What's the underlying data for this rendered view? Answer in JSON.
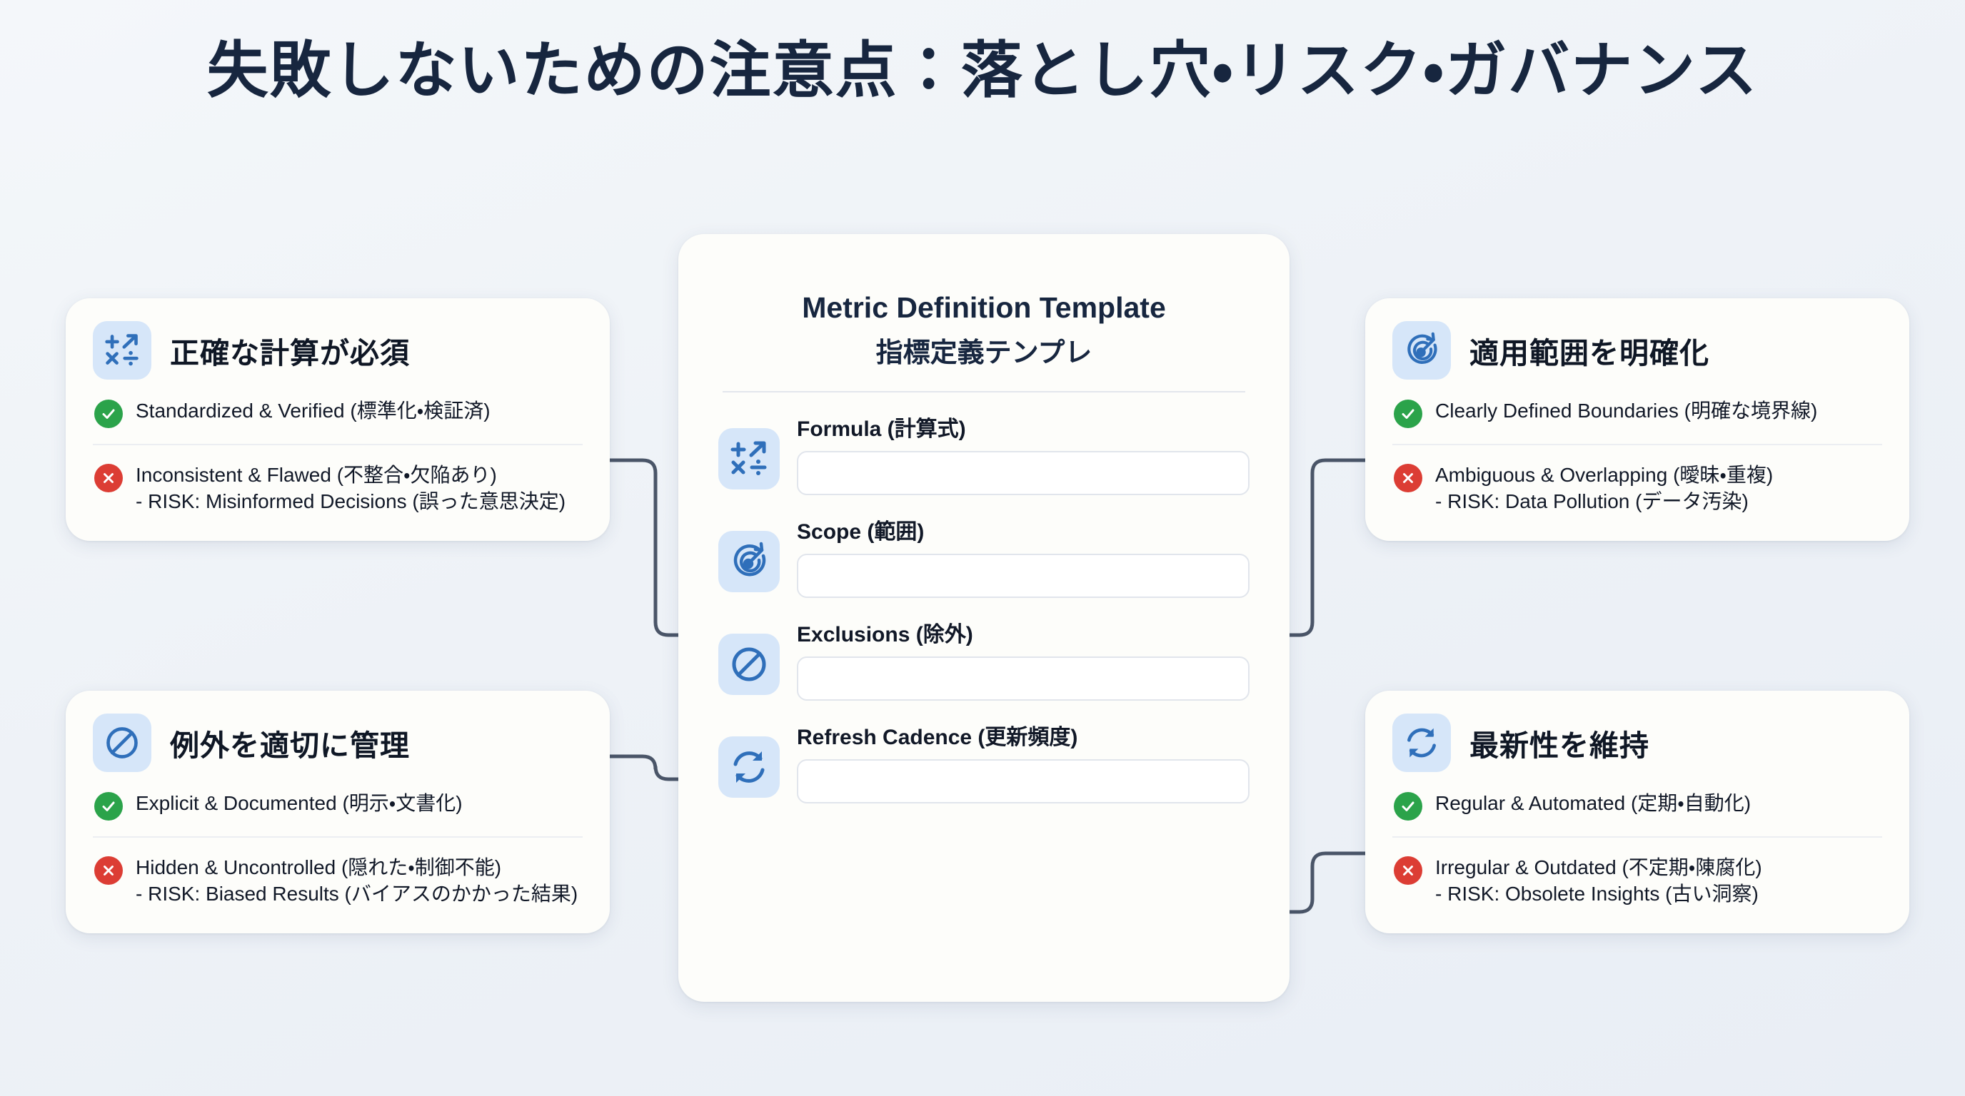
{
  "page": {
    "title": "失敗しないための注意点：落とし穴・リスク・ガバナンス"
  },
  "center_panel": {
    "name": "metric-definition-template",
    "title_en": "Metric Definition Template",
    "title_ja": "指標定義テンプレ",
    "fields": [
      {
        "key": "formula",
        "label": "Formula (計算式)",
        "icon": "formula-icon",
        "value": "",
        "placeholder": ""
      },
      {
        "key": "scope",
        "label": "Scope (範囲)",
        "icon": "target-icon",
        "value": "",
        "placeholder": ""
      },
      {
        "key": "exclusions",
        "label": "Exclusions (除外)",
        "icon": "prohibition-icon",
        "value": "",
        "placeholder": ""
      },
      {
        "key": "refresh",
        "label": "Refresh Cadence (更新頻度)",
        "icon": "refresh-icon",
        "value": "",
        "placeholder": ""
      }
    ]
  },
  "cards": {
    "top_left": {
      "name": "card-accurate-calculation",
      "icon": "formula-icon",
      "title": "正確な計算が必須",
      "good": {
        "badge": "check-icon",
        "text": "Standardized & Verified (標準化・検証済)"
      },
      "bad": {
        "badge": "cross-icon",
        "text": "Inconsistent & Flawed (不整合・欠陥あり)",
        "risk": "- RISK: Misinformed Decisions (誤った意思決定)"
      }
    },
    "bottom_left": {
      "name": "card-manage-exceptions",
      "icon": "prohibition-icon",
      "title": "例外を適切に管理",
      "good": {
        "badge": "check-icon",
        "text": "Explicit & Documented (明示・文書化)"
      },
      "bad": {
        "badge": "cross-icon",
        "text": "Hidden & Uncontrolled (隠れた・制御不能)",
        "risk": "- RISK: Biased Results (バイアスのかかった結果)"
      }
    },
    "top_right": {
      "name": "card-clarify-scope",
      "icon": "target-icon",
      "title": "適用範囲を明確化",
      "good": {
        "badge": "check-icon",
        "text": "Clearly Defined Boundaries (明確な境界線)"
      },
      "bad": {
        "badge": "cross-icon",
        "text": "Ambiguous & Overlapping (曖昧・重複)",
        "risk": "- RISK: Data Pollution (データ汚染)"
      }
    },
    "bottom_right": {
      "name": "card-maintain-freshness",
      "icon": "refresh-icon",
      "title": "最新性を維持",
      "good": {
        "badge": "check-icon",
        "text": "Regular & Automated (定期・自動化)"
      },
      "bad": {
        "badge": "cross-icon",
        "text": "Irregular & Outdated (不定期・陳腐化)",
        "risk": "- RISK: Obsolete Insights (古い洞察)"
      }
    }
  },
  "colors": {
    "background": "#eef2f7",
    "card_surface": "#fdfdfa",
    "title_text": "#17263f",
    "icon_tile": "#d6e6f9",
    "icon_blue": "#2f6fba",
    "badge_ok": "#2ba34a",
    "badge_bad": "#dc3d34",
    "connector": "#4a5568"
  }
}
